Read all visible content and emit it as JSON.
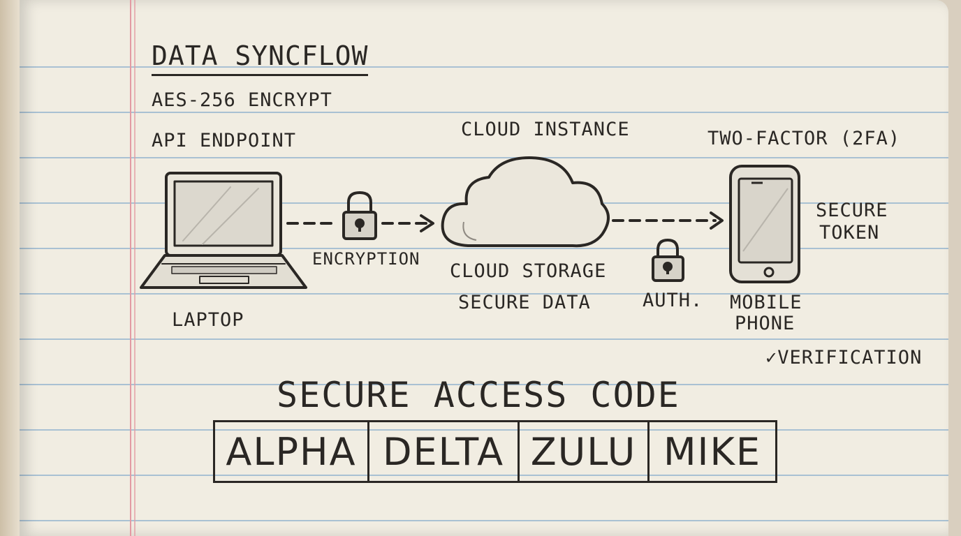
{
  "title": "DATA SYNCFLOW",
  "labels": {
    "aes": "AES-256 ENCRYPT",
    "api": "API ENDPOINT",
    "cloud_instance": "CLOUD INSTANCE",
    "two_factor": "TWO-FACTOR (2FA)",
    "encryption": "ENCRYPTION",
    "cloud_storage": "CLOUD STORAGE",
    "secure_data": "SECURE DATA",
    "auth": "AUTH.",
    "secure": "SECURE",
    "token": "TOKEN",
    "laptop": "LAPTOP",
    "mobile": "MOBILE",
    "phone": "PHONE",
    "verification": "✓VERIFICATION"
  },
  "access": {
    "title": "SECURE ACCESS CODE",
    "codes": [
      "ALPHA",
      "DELTA",
      "ZULU",
      "MIKE"
    ]
  },
  "icons": [
    "laptop-icon",
    "lock-icon",
    "cloud-icon",
    "phone-icon"
  ]
}
